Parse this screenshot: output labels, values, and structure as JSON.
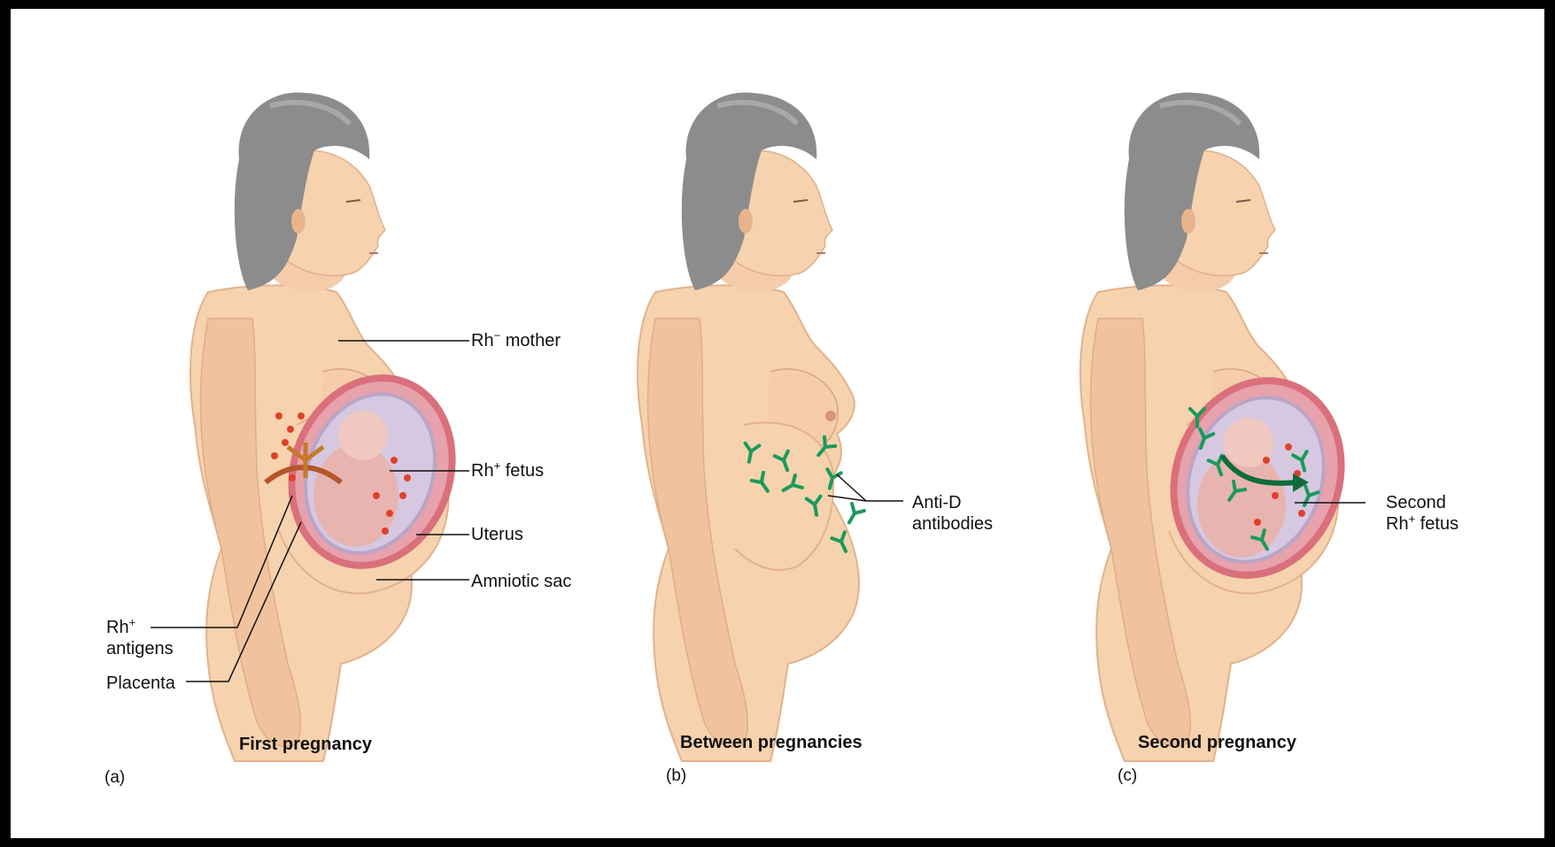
{
  "panels": [
    {
      "letter": "(a)",
      "caption": "First pregnancy",
      "labels": {
        "mother_base": "Rh",
        "mother_sup": "−",
        "mother_rest": " mother",
        "fetus_base": "Rh",
        "fetus_sup": "+",
        "fetus_rest": " fetus",
        "uterus": "Uterus",
        "amniotic_sac": "Amniotic sac",
        "antigens_base": "Rh",
        "antigens_sup": "+",
        "antigens_line2": "antigens",
        "placenta": "Placenta"
      }
    },
    {
      "letter": "(b)",
      "caption": "Between pregnancies",
      "labels": {
        "antibodies_line1": "Anti-D",
        "antibodies_line2": "antibodies"
      }
    },
    {
      "letter": "(c)",
      "caption": "Second pregnancy",
      "labels": {
        "second_line1": "Second",
        "second_base": "Rh",
        "second_sup": "+",
        "second_rest": " fetus"
      }
    }
  ],
  "colors": {
    "skin": "#f6d2ae",
    "skin_shadow": "#e9b48c",
    "hair": "#8c8c8c",
    "uterus": "#d9707c",
    "antigen": "#e0402c",
    "antibody": "#1a9a5c",
    "placenta": "#b5562a"
  }
}
